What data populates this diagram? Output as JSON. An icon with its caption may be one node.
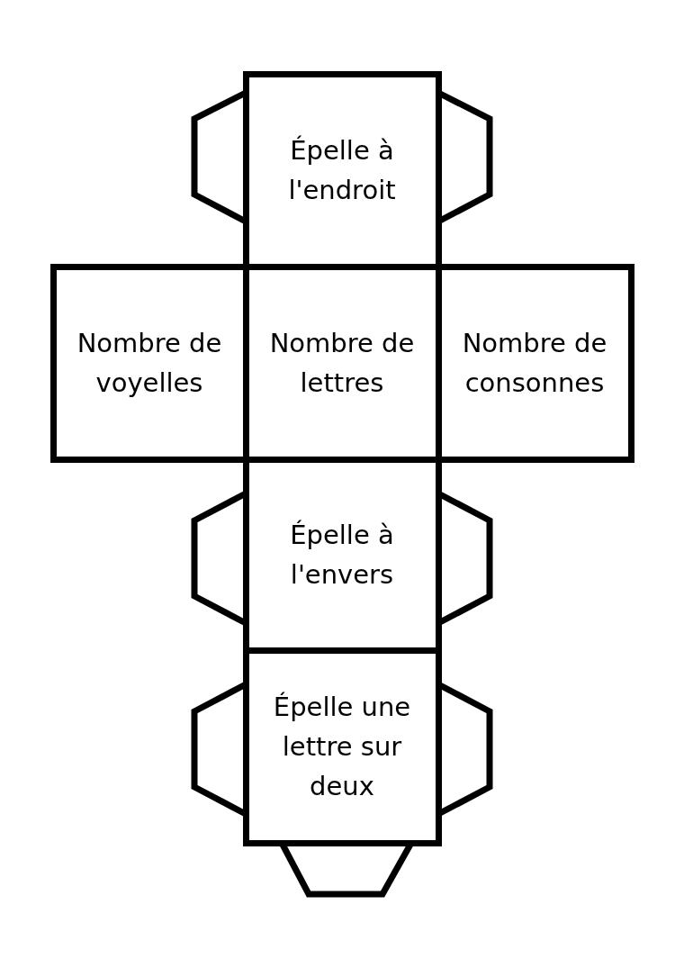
{
  "diagram": {
    "nodes": [
      {
        "text": [
          "Épelle à l'endroit"
        ]
      },
      {
        "text": [
          "Nombre de voyelles"
        ]
      },
      {
        "text": [
          "Nombre de lettres"
        ]
      },
      {
        "text": [
          "Nombre de consonnes"
        ]
      },
      {
        "text": [
          "Épelle à l'envers"
        ]
      },
      {
        "text": [
          "Épelle une lettre sur deux"
        ]
      }
    ]
  }
}
